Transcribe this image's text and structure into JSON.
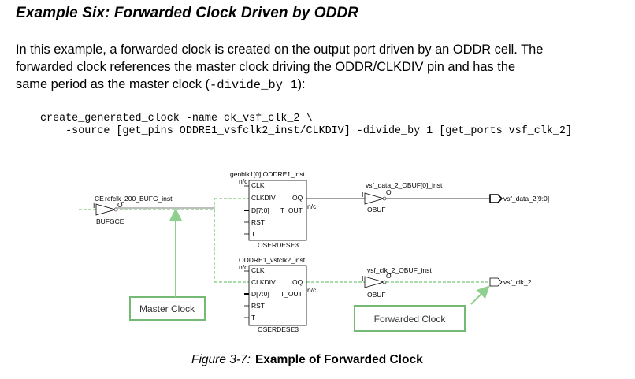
{
  "heading": "Example Six: Forwarded Clock Driven by ODDR",
  "body": {
    "line1": "In this example, a forwarded clock is created on the output port driven by an ODDR cell. The",
    "line2": "forwarded clock references the master clock driving the ODDR/CLKDIV pin and has the",
    "line3_pre": "same period as the master clock (",
    "line3_code": "-divide_by 1",
    "line3_post": "):"
  },
  "code": {
    "line1": "create_generated_clock -name ck_vsf_clk_2 \\",
    "line2": "    -source [get_pins ODDRE1_vsfclk2_inst/CLKDIV] -divide_by 1 [get_ports vsf_clk_2]"
  },
  "diagram": {
    "bufg_ce": "CE",
    "bufg_inst": "refclk_200_BUFG_inst",
    "bufg_i": "I",
    "bufg_o": "O",
    "bufg_type": "BUFGCE",
    "oddr1_inst": "genblk1[0].ODDRE1_inst",
    "oddr2_inst": "ODDRE1_vsfclk2_inst",
    "oddr_nc": "n/c",
    "oddr_pins": {
      "clk": "CLK",
      "clkdiv": "CLKDIV",
      "oq": "OQ",
      "d": "D[7:0]",
      "tout": "T_OUT",
      "tout_nc": "n/c",
      "rst": "RST",
      "t": "T"
    },
    "oddr_type": "OSERDESE3",
    "obuf1_inst": "vsf_data_2_OBUF[0]_inst",
    "obuf2_inst": "vsf_clk_2_OBUF_inst",
    "obuf_i": "I",
    "obuf_o": "O",
    "obuf_type": "OBUF",
    "port1": "vsf_data_2[9:0]",
    "port2": "vsf_clk_2",
    "callout_master": "Master Clock",
    "callout_forwarded": "Forwarded Clock",
    "colors": {
      "highlight": "#8fd08f",
      "callout_border": "#74b974",
      "wire": "#000000",
      "block_fill": "#ffffff"
    }
  },
  "caption": {
    "number": "Figure 3-7:",
    "title": "Example of Forwarded Clock"
  }
}
